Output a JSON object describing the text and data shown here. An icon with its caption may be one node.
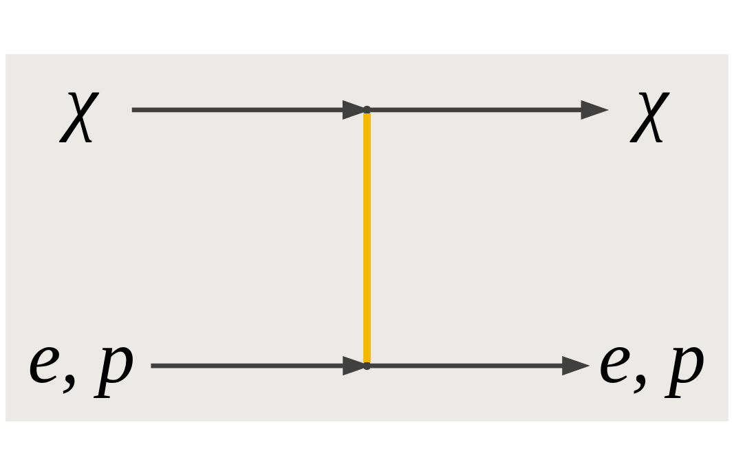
{
  "diagram": {
    "nodes": [
      {
        "text": [
          "χ"
        ]
      },
      {
        "text": [
          "χ"
        ]
      },
      {
        "text": [],
        "shape": "point"
      },
      {
        "text": [],
        "shape": "point"
      },
      {
        "text": [
          "e, p"
        ]
      },
      {
        "text": [
          "e, p"
        ]
      }
    ],
    "edges": [
      {
        "from": 0,
        "to": 2,
        "arrow": "to"
      },
      {
        "from": 2,
        "to": 1,
        "arrow": "to"
      },
      {
        "from": 2,
        "to": 3,
        "arrow": "none",
        "color": "#f5b800"
      },
      {
        "from": 4,
        "to": 3,
        "arrow": "to"
      },
      {
        "from": 3,
        "to": 5,
        "arrow": "to"
      }
    ]
  }
}
